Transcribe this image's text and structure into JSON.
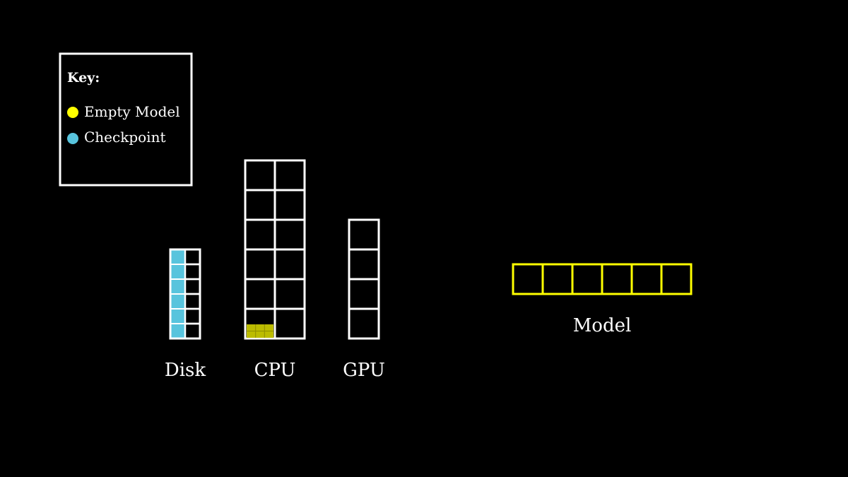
{
  "key": {
    "title": "Key:",
    "items": [
      {
        "label": "Empty Model",
        "color": "#ffff00"
      },
      {
        "label": "Checkpoint",
        "color": "#58c4dd"
      }
    ]
  },
  "devices": {
    "disk": {
      "label": "Disk"
    },
    "cpu": {
      "label": "CPU"
    },
    "gpu": {
      "label": "GPU"
    }
  },
  "model": {
    "label": "Model"
  },
  "colors": {
    "background": "#000000",
    "outline": "#ffffff",
    "model_outline": "#ffff00",
    "checkpoint_fill": "#58c4dd",
    "empty_model_fill": "#bcbc00"
  }
}
